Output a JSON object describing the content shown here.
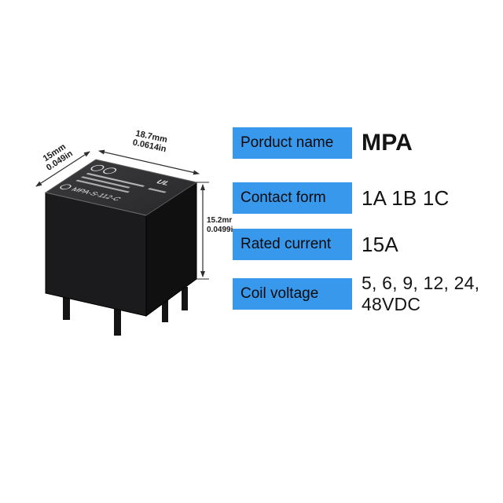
{
  "specs": {
    "accent": "#3898ec",
    "rows": [
      {
        "label": "Porduct name",
        "value": "MPA"
      },
      {
        "label": "Contact form",
        "value": "1A 1B 1C"
      },
      {
        "label": "Rated current",
        "value": "15A"
      },
      {
        "label": "Coil voltage",
        "value": "5, 6, 9, 12, 24, 48VDC"
      }
    ]
  },
  "dimensions": {
    "left_width": {
      "mm": "15mm",
      "inch": "0.049in"
    },
    "top_width": {
      "mm": "18.7mm",
      "inch": "0.0614in"
    },
    "side_height": {
      "mm": "15.2mr",
      "inch": "0.0499i"
    }
  },
  "relay": {
    "model": "MPA-S-112-C",
    "cert_ul": "UL"
  }
}
